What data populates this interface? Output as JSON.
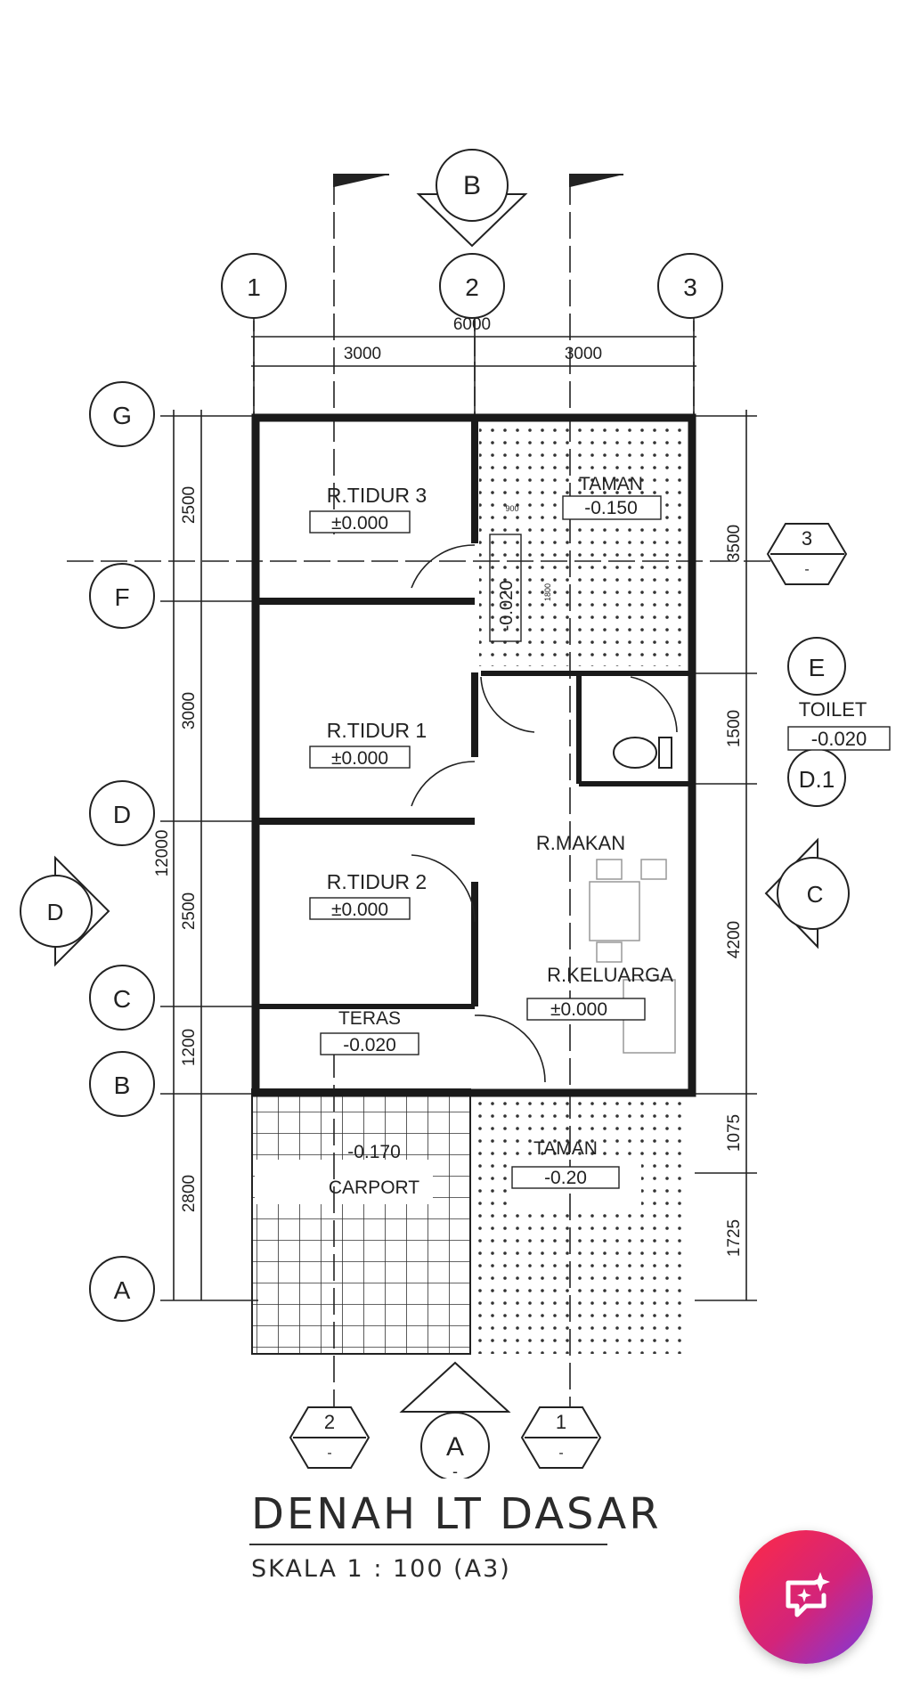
{
  "plan": {
    "grid_columns": [
      "1",
      "2",
      "3"
    ],
    "grid_rows": [
      "G",
      "F",
      "E",
      "D.1",
      "D",
      "C",
      "B",
      "A"
    ],
    "section_marks": [
      "B",
      "C",
      "D",
      "A"
    ],
    "elevation_marks": [
      {
        "num": "3",
        "sub": "-"
      },
      {
        "num": "2",
        "sub": "-"
      },
      {
        "num": "1",
        "sub": "-"
      }
    ],
    "section_a_sub": "-",
    "dim_total_width": "6000",
    "dim_widths": [
      "3000",
      "3000"
    ],
    "dim_total_height": "12000",
    "dim_left": [
      "2500",
      "3000",
      "2500",
      "1200",
      "2800"
    ],
    "dim_right": [
      "3500",
      "1500",
      "4200",
      "1075",
      "1725"
    ],
    "dim_small": [
      "900",
      "1800"
    ],
    "rooms": [
      {
        "name": "R.TIDUR 3",
        "level": "±0.000"
      },
      {
        "name": "R.TIDUR 1",
        "level": "±0.000"
      },
      {
        "name": "R.TIDUR 2",
        "level": "±0.000"
      },
      {
        "name": "TAMAN",
        "level": "-0.150"
      },
      {
        "name": "TOILET",
        "level": "-0.020"
      },
      {
        "name": "R.MAKAN",
        "level": ""
      },
      {
        "name": "R.KELUARGA",
        "level": "±0.000"
      },
      {
        "name": "TERAS",
        "level": "-0.020"
      },
      {
        "name": "CARPORT",
        "level": "-0.170"
      },
      {
        "name": "TAMAN",
        "level": "-0.20"
      }
    ],
    "corridor_level": "-0.020"
  },
  "title": "DENAH LT DASAR",
  "scale": "SKALA  1 : 100 (A3)",
  "fab_icon": "chat-sparkle-icon",
  "colors": {
    "fab_start": "#ff2a44",
    "fab_end": "#7a3ae0",
    "line": "#222222"
  }
}
